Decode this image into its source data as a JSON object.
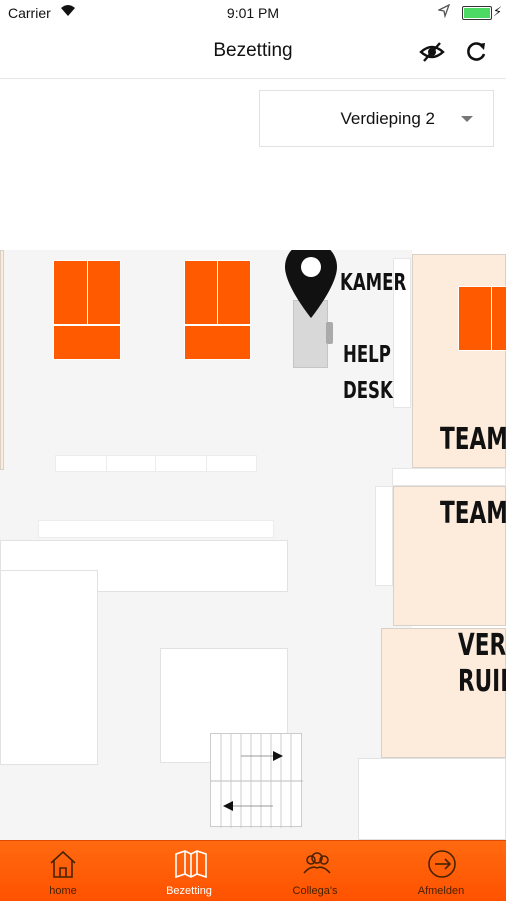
{
  "status_bar": {
    "carrier": "Carrier",
    "time": "9:01 PM"
  },
  "nav": {
    "title": "Bezetting",
    "icons": [
      "eye-slash-icon",
      "refresh-icon"
    ]
  },
  "floor_selector": {
    "selected": "Verdieping 2"
  },
  "map": {
    "labels": {
      "kamer": "KAMER",
      "help": "HELP",
      "desk": "DESK",
      "teamroom_1": "TEAMR",
      "teamroom_2": "TEAMR",
      "verg_1": "VERG",
      "verg_2": "RUIM"
    },
    "colors": {
      "occupied": "#ff5a00",
      "room": "#fdebdc",
      "floor": "#f5f5f5"
    },
    "marker_icon": "location-pin-icon"
  },
  "tab_bar": {
    "items": [
      {
        "label": "home",
        "icon": "home-icon",
        "active": false
      },
      {
        "label": "Bezetting",
        "icon": "map-icon",
        "active": true
      },
      {
        "label": "Collega's",
        "icon": "colleagues-icon",
        "active": false
      },
      {
        "label": "Afmelden",
        "icon": "logout-icon",
        "active": false
      }
    ],
    "accent": "#ff5a00"
  }
}
